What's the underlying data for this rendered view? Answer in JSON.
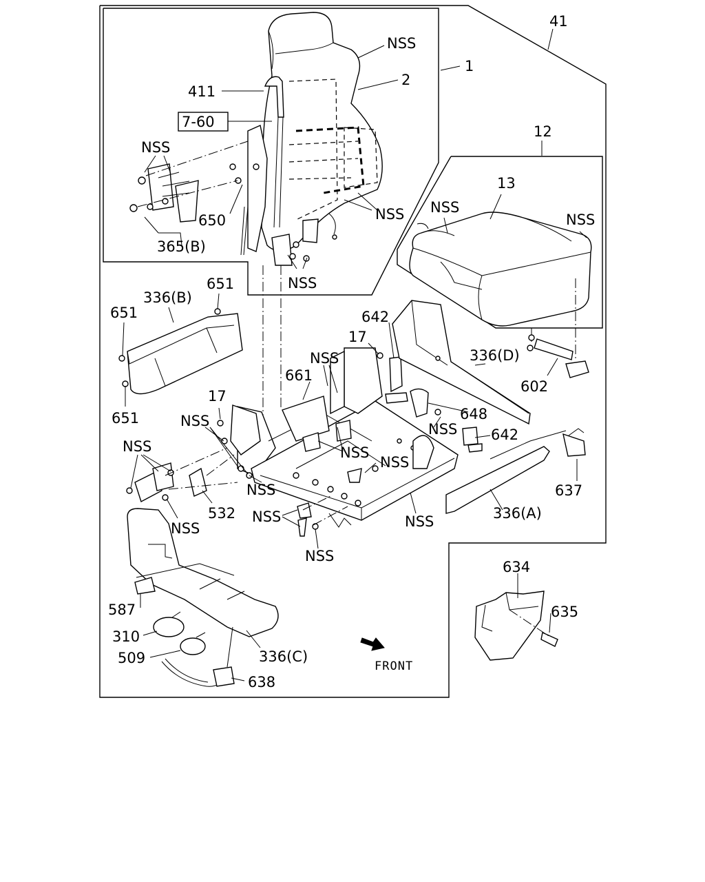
{
  "labels": {
    "l41": "41",
    "l1": "1",
    "l2": "2",
    "l12": "12",
    "l13": "13",
    "nss_top": "NSS",
    "l411": "411",
    "ref760": "7-60",
    "nss_back_left": "NSS",
    "nss_back_right": "NSS",
    "l650": "650",
    "l365b": "365(B)",
    "nss_back_bottom": "NSS",
    "nss_cushion_left": "NSS",
    "nss_cushion_right": "NSS",
    "l651a": "651",
    "l336b": "336(B)",
    "l651b": "651",
    "l651c": "651",
    "l642a": "642",
    "l17a": "17",
    "l336d": "336(D)",
    "nss_rail1": "NSS",
    "l661": "661",
    "l602": "602",
    "l648": "648",
    "l17b": "17",
    "nss_rail2": "NSS",
    "nss_rail3": "NSS",
    "l642b": "642",
    "nss_left1": "NSS",
    "nss_mid1": "NSS",
    "nss_mid2": "NSS",
    "nss_mid3": "NSS",
    "l532": "532",
    "nss_left2": "NSS",
    "l637": "637",
    "nss_bottom1": "NSS",
    "nss_frame": "NSS",
    "l336a": "336(A)",
    "nss_bottom2": "NSS",
    "l634": "634",
    "l635": "635",
    "l587": "587",
    "l310": "310",
    "l509": "509",
    "l336c": "336(C)",
    "l638": "638",
    "front": "FRONT"
  }
}
